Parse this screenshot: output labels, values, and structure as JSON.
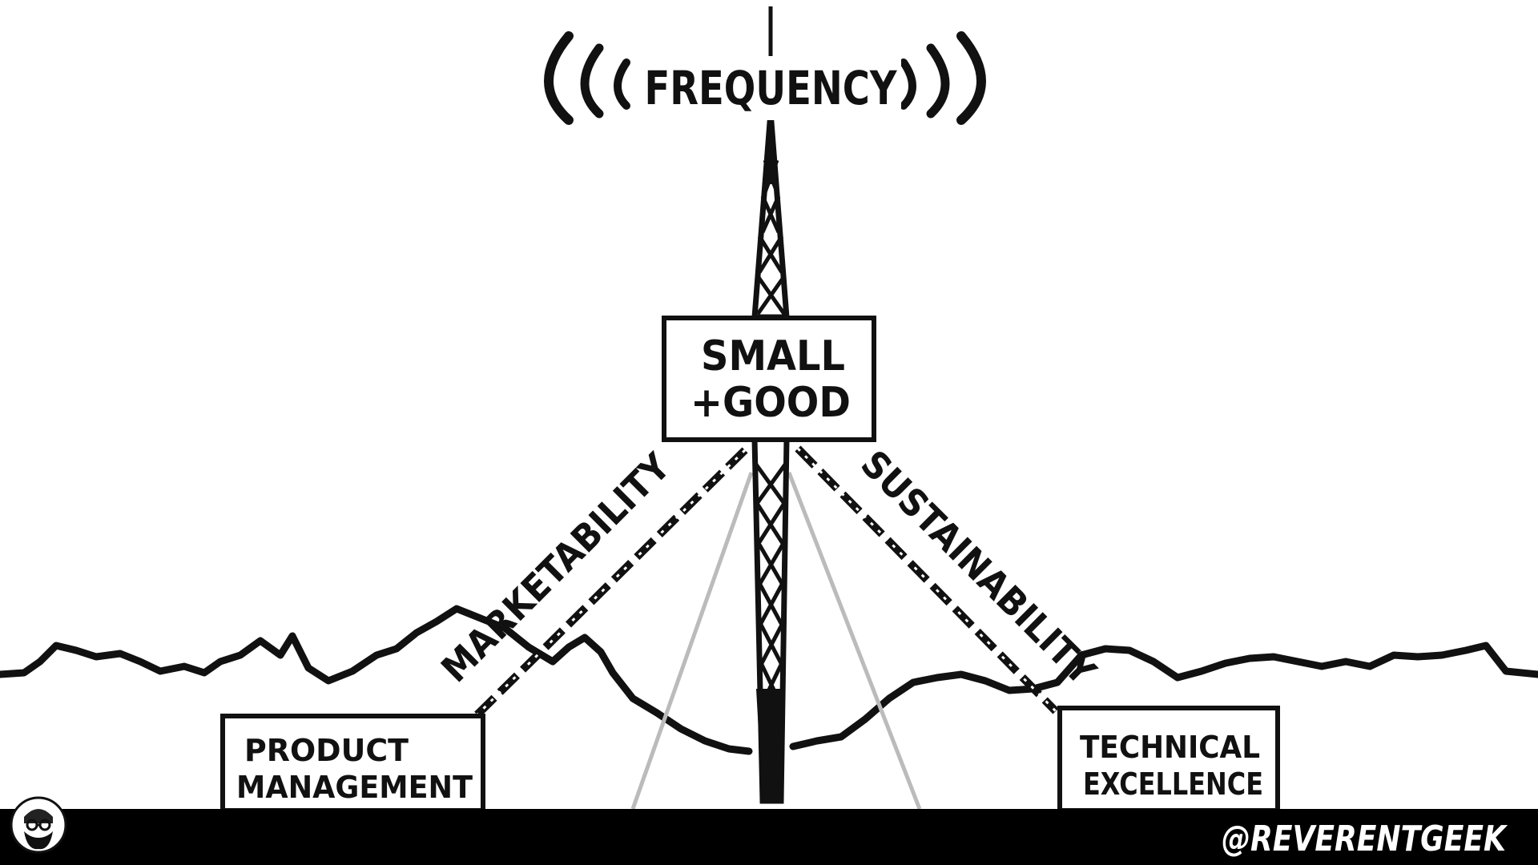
{
  "title": "FREQUENCY",
  "center_box": {
    "line1": "SMALL",
    "line2": "+GOOD"
  },
  "left_support": "MARKETABILITY",
  "right_support": "SUSTAINABILITY",
  "left_base": {
    "line1": "PRODUCT",
    "line2": "MANAGEMENT"
  },
  "right_base": {
    "line1": "TECHNICAL",
    "line2": "EXCELLENCE"
  },
  "footer": {
    "handle": "@REVERENTGEEK"
  },
  "colors": {
    "ink": "#111111",
    "paper": "#ffffff",
    "footer_bg": "#000000",
    "guy_wire": "#bbbbbb"
  },
  "icons": {
    "avatar": "bearded-man-avatar-icon",
    "signal": "signal-waves-icon"
  }
}
